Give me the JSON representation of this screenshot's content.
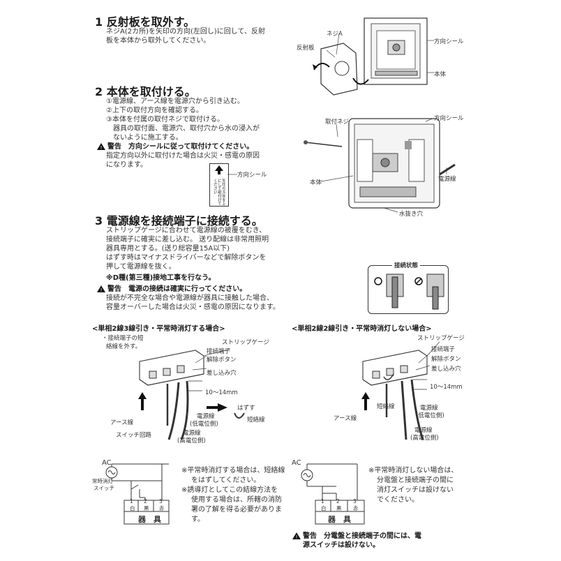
{
  "step1": {
    "title": "1 反射板を取外す。",
    "line1": "ネジA(2カ所)を矢印の方向(左回し)に回して、反射",
    "line2": "板を本体から取外してください。",
    "label_screw": "ネジA",
    "label_reflector": "反射板",
    "label_seal": "方向シール",
    "label_body": "本体"
  },
  "step2": {
    "title": "2 本体を取付ける。",
    "items": [
      "①電源線、アース線を電源穴から引き込む。",
      "②上下の取付方向を確認する。",
      "③本体を付属の取付ネジで取付ける。",
      "器具の取付面、電源穴、取付穴から水の浸入が",
      "ないように施工する。"
    ],
    "warning_title": "警告　方向シールに従って取付けてください。",
    "warning_line1": "指定方向以外に取付けた場合は火災・感電の原因",
    "warning_line2": "になります。",
    "seal_callout": "方向シール",
    "seal_text": "矢印の方向を上にして取付けてください",
    "label_screw": "取付ネジ",
    "label_seal": "方向シール",
    "label_body": "本体",
    "label_power": "電源線",
    "label_drain": "水抜き穴"
  },
  "step3": {
    "title": "3 電源線を接続端子に接続する。",
    "lines": [
      "ストリップゲージに合わせて電源線の被覆をむき、",
      "接続端子に確実に差し込む。 送り配線は非常用照明",
      "器具専用とする。(送り総容量15A以下)",
      "はずす時はマイナスドライバーなどで解除ボタンを",
      "押して電源線を抜く。"
    ],
    "ground_note": "※D種(第三種)接地工事を行なう。",
    "warning_title": "警告　電源の接続は確実に行ってください。",
    "warning_line1": "接続が不完全な場合や電源線が器具に接触した場合、",
    "warning_line2": "容量オーバーした場合は火災・感電の原因になります。",
    "connection_state": "接続状態"
  },
  "left_section": {
    "heading": "<単相2線3線引き・平常時消灯する場合>",
    "note1": "・接続端子の短",
    "note2": "絡線を外す。",
    "strip_gauge": "ストリップゲージ",
    "terminal": "接続端子",
    "release": "解除ボタン",
    "insert": "差し込み穴",
    "length": "10～14mm",
    "remove": "はずす",
    "short_wire": "短絡線",
    "ground_wire": "アース線",
    "switch_circuit": "スイッチ回路",
    "power_low1": "電源線",
    "power_low2": "(低電位側)",
    "power_high1": "電源線",
    "power_high2": "(高電位側)",
    "ac": "AC",
    "switch1": "常時消灯",
    "switch2": "スイッチ",
    "t1": "1",
    "t1b": "白",
    "t2": "2",
    "t2b": "黒",
    "t3": "3",
    "t3b": "赤",
    "device": "器　具",
    "notes": [
      "※平常時消灯する場合は、短絡線",
      "をはずしてください。",
      "※誘導灯としてこの結線方法を",
      "使用する場合は、所轄の消防",
      "署の了解を得る必要がありま",
      "す。"
    ]
  },
  "right_section": {
    "heading": "<単相2線2線引き・平常時消灯しない場合>",
    "strip_gauge": "ストリップゲージ",
    "terminal": "接続端子",
    "release": "解除ボタン",
    "insert": "差し込み穴",
    "length": "10～14mm",
    "short_wire": "短絡線",
    "ground_wire": "アース線",
    "power_low1": "電源線",
    "power_low2": "(低電位側)",
    "power_high1": "電源線",
    "power_high2": "(高電位側)",
    "ac": "AC",
    "t1": "1",
    "t1b": "白",
    "t2": "2",
    "t2b": "黒",
    "t3": "3",
    "t3b": "赤",
    "device": "器　具",
    "notes": [
      "※平常時消灯しない場合は、",
      "分電盤と接続端子の間に",
      "消灯スイッチは設けない",
      "でください。"
    ],
    "warning_line1": "警告　分電盤と接続端子の間には、電",
    "warning_line2": "源スイッチは設けない。"
  }
}
